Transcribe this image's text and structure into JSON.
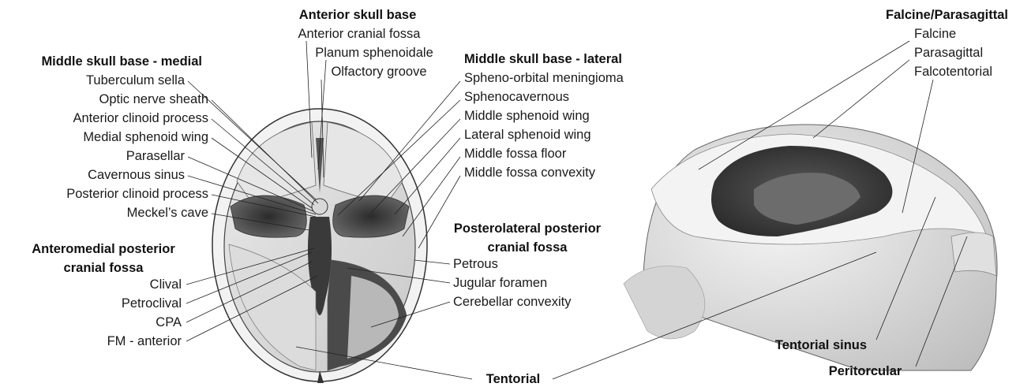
{
  "headings": {
    "anterior_skull_base": "Anterior skull base",
    "middle_medial": "Middle skull base - medial",
    "middle_lateral": "Middle skull base - lateral",
    "posterolateral_1": "Posterolateral posterior",
    "posterolateral_2": "cranial fossa",
    "anteromedial_1": "Anteromedial posterior",
    "anteromedial_2": "cranial fossa",
    "tentorial": "Tentorial",
    "falcine_parasagittal": "Falcine/Parasagittal",
    "tentorial_sinus": "Tentorial sinus",
    "peritorcular": "Peritorcular"
  },
  "anterior_labels": [
    "Anterior cranial fossa",
    "Planum sphenoidale",
    "Olfactory groove"
  ],
  "middle_medial_labels": [
    "Tuberculum sella",
    "Optic nerve sheath",
    "Anterior clinoid process",
    "Medial sphenoid wing",
    "Parasellar",
    "Cavernous sinus",
    "Posterior clinoid process",
    "Meckel’s cave"
  ],
  "middle_lateral_labels": [
    "Spheno-orbital meningioma",
    "Sphenocavernous",
    "Middle sphenoid wing",
    "Lateral sphenoid wing",
    "Middle fossa floor",
    "Middle fossa convexity"
  ],
  "posterolateral_labels": [
    "Petrous",
    "Jugular foramen",
    "Cerebellar convexity"
  ],
  "anteromedial_labels": [
    "Clival",
    "Petroclival",
    "CPA",
    "FM - anterior"
  ],
  "falcine_labels": [
    "Falcine",
    "Parasagittal",
    "Falcotentorial"
  ]
}
